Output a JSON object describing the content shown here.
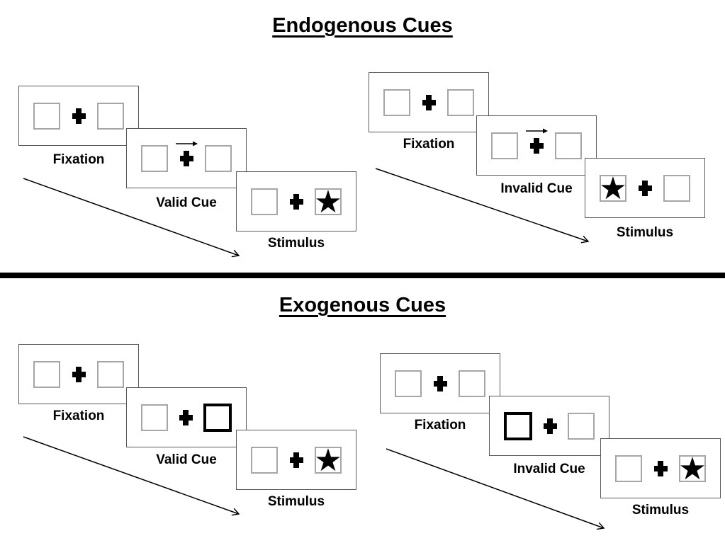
{
  "diagram": {
    "description": "Posner spatial cueing task diagram with endogenous and exogenous cue conditions"
  },
  "colors": {
    "background": "#ffffff",
    "card_border": "#595959",
    "box_border": "#a6a6a6",
    "highlight_border": "#000000",
    "ink": "#000000"
  },
  "icons": {
    "fixation_cross": "✚",
    "star": "★",
    "cue_arrow": "→",
    "sequence_arrow": "↘"
  },
  "sections": [
    {
      "title": "Endogenous Cues",
      "panels": [
        {
          "name": "endogenous-valid",
          "cards": [
            {
              "label": "Fixation",
              "left_box": "empty",
              "center": "cross",
              "right_box": "empty"
            },
            {
              "label": "Valid Cue",
              "left_box": "empty",
              "center": "cross-with-right-arrow",
              "right_box": "empty"
            },
            {
              "label": "Stimulus",
              "left_box": "empty",
              "center": "cross",
              "right_box": "star"
            }
          ]
        },
        {
          "name": "endogenous-invalid",
          "cards": [
            {
              "label": "Fixation",
              "left_box": "empty",
              "center": "cross",
              "right_box": "empty"
            },
            {
              "label": "Invalid Cue",
              "left_box": "empty",
              "center": "cross-with-right-arrow",
              "right_box": "empty"
            },
            {
              "label": "Stimulus",
              "left_box": "star",
              "center": "cross",
              "right_box": "empty"
            }
          ]
        }
      ]
    },
    {
      "title": "Exogenous Cues",
      "panels": [
        {
          "name": "exogenous-valid",
          "cards": [
            {
              "label": "Fixation",
              "left_box": "empty",
              "center": "cross",
              "right_box": "empty"
            },
            {
              "label": "Valid Cue",
              "left_box": "empty",
              "center": "cross",
              "right_box": "empty-highlighted"
            },
            {
              "label": "Stimulus",
              "left_box": "empty",
              "center": "cross",
              "right_box": "star"
            }
          ]
        },
        {
          "name": "exogenous-invalid",
          "cards": [
            {
              "label": "Fixation",
              "left_box": "empty",
              "center": "cross",
              "right_box": "empty"
            },
            {
              "label": "Invalid Cue",
              "left_box": "empty-highlighted",
              "center": "cross",
              "right_box": "empty"
            },
            {
              "label": "Stimulus",
              "left_box": "empty",
              "center": "cross",
              "right_box": "star"
            }
          ]
        }
      ]
    }
  ]
}
